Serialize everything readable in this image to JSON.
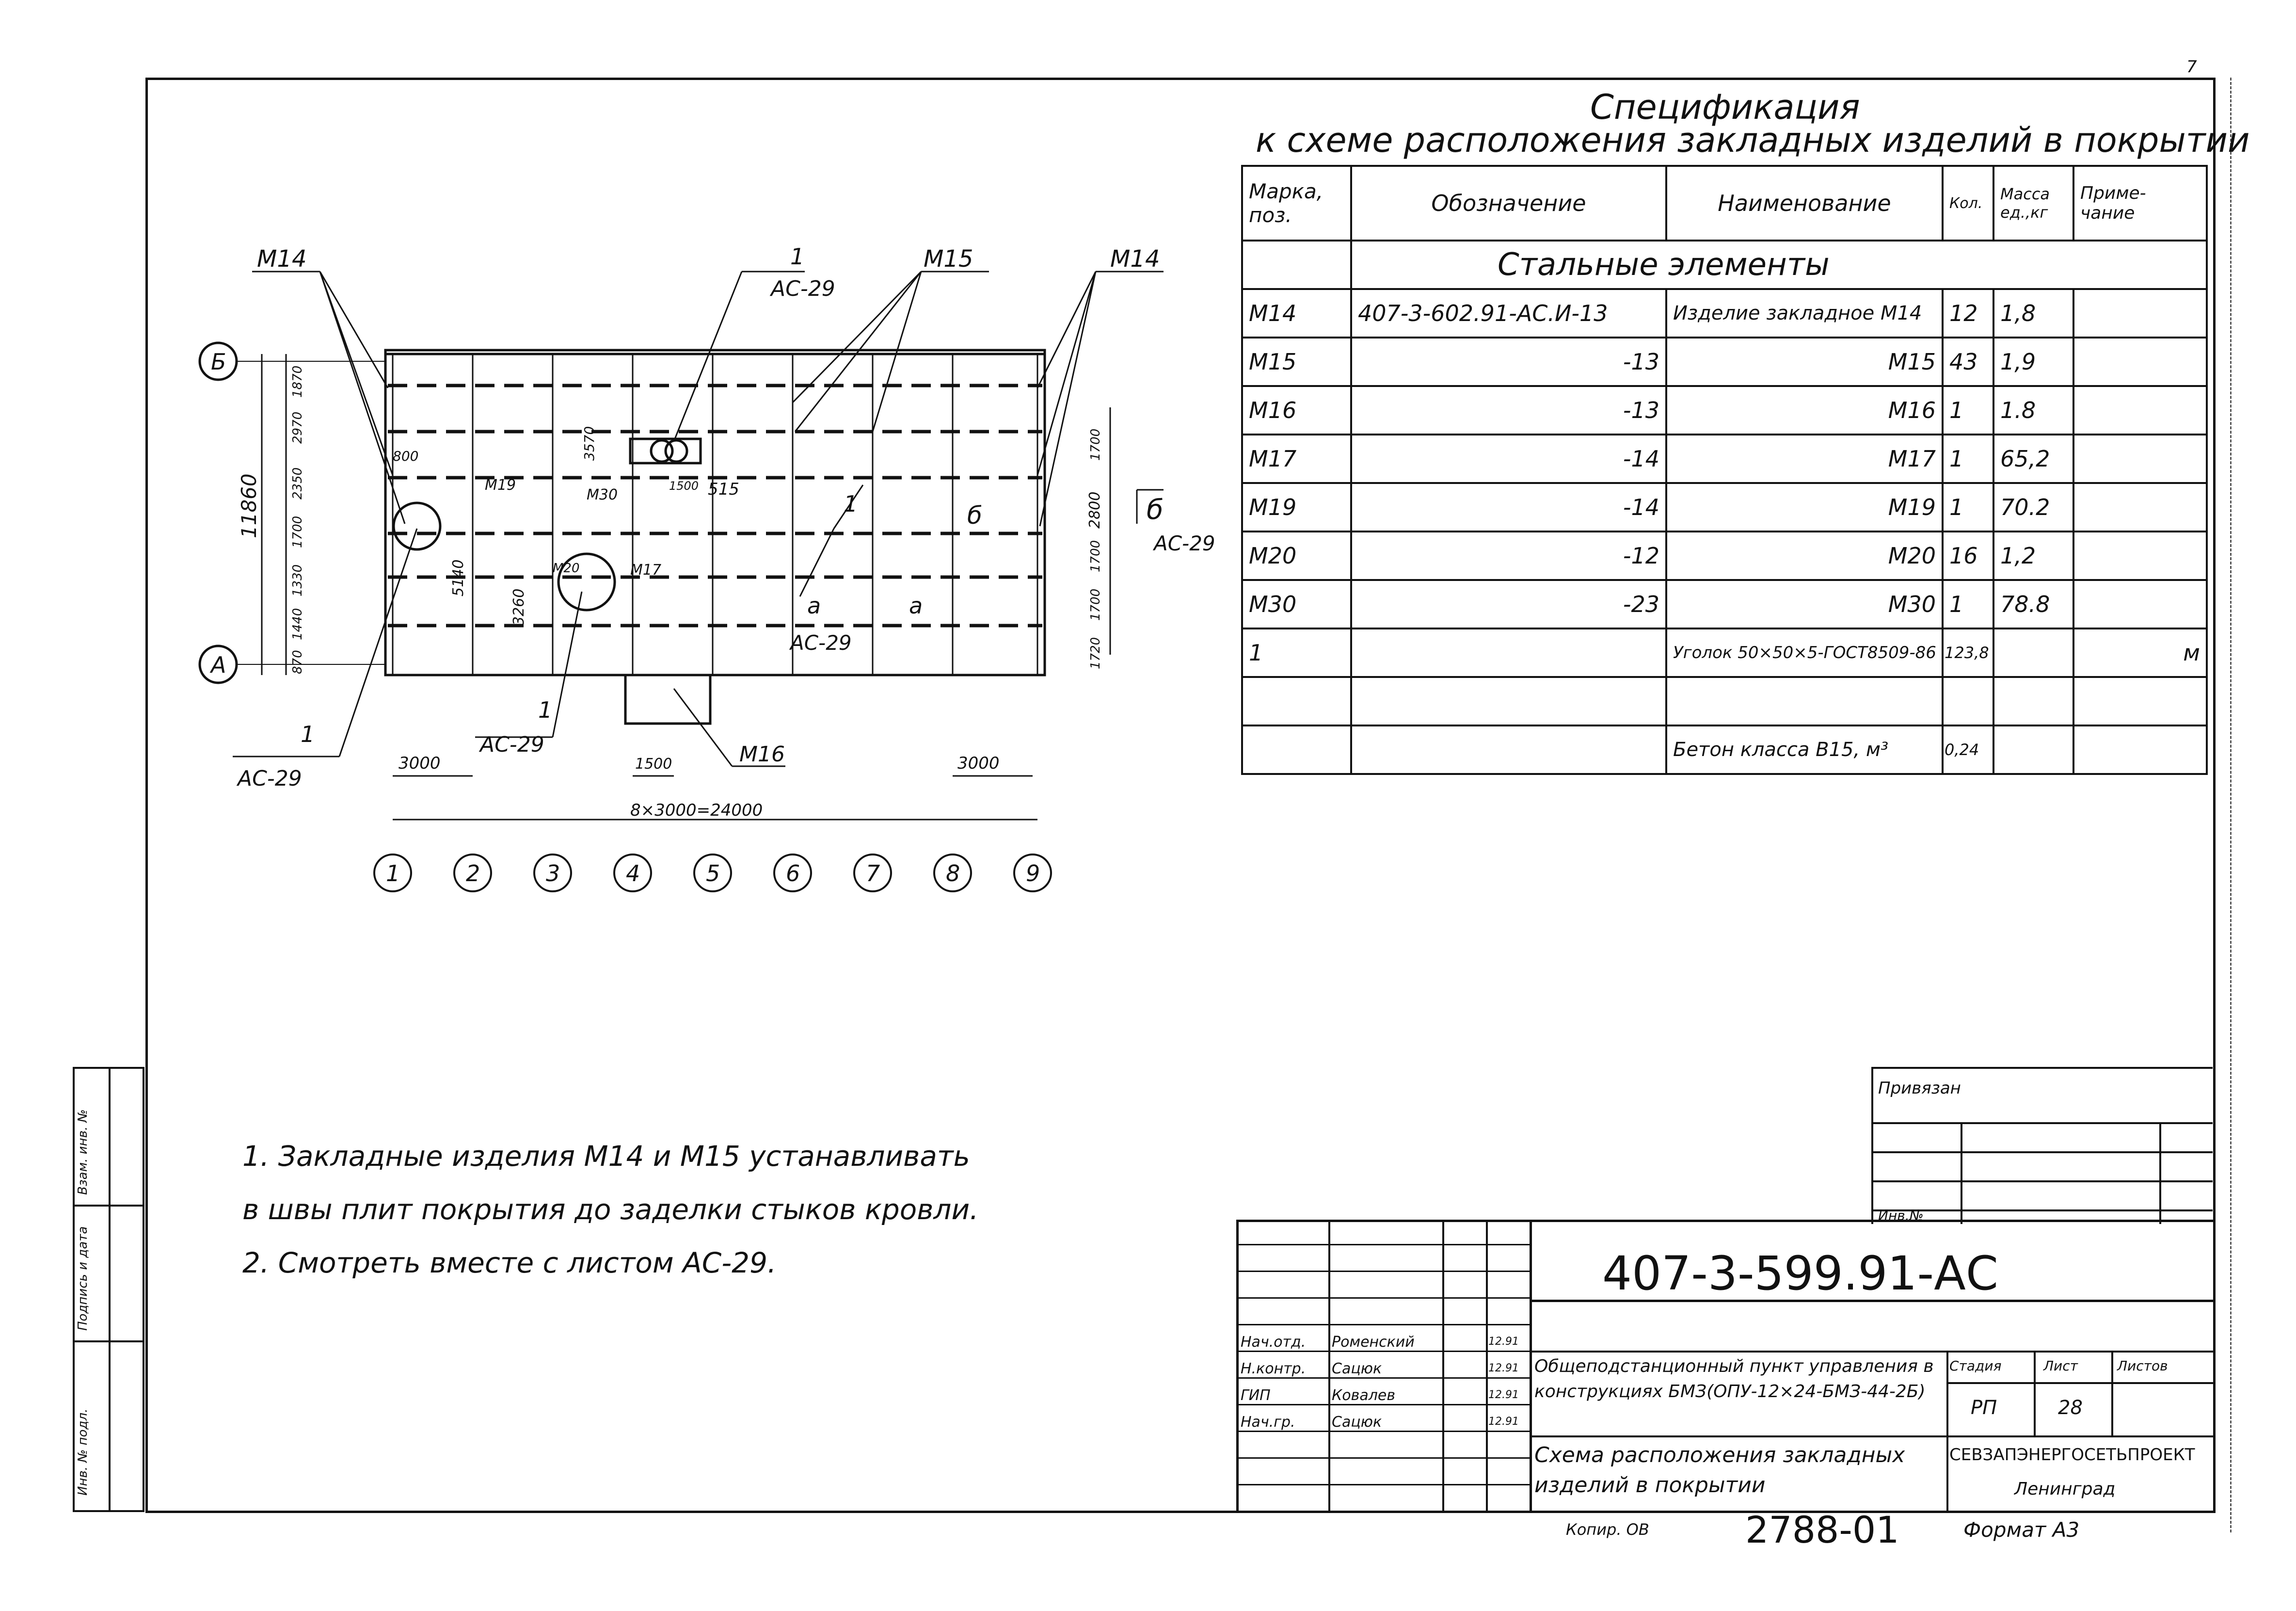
{
  "corner_mark": "7",
  "spec": {
    "title_line1": "Спецификация",
    "title_line2": "к схеме расположения закладных изделий в покрытии",
    "headers": {
      "mark": "Марка, поз.",
      "designation": "Обозначение",
      "name": "Наименование",
      "qty": "Кол.",
      "mass": "Масса ед.,кг",
      "note": "Приме- чание"
    },
    "section": "Стальные элементы",
    "rows": [
      {
        "mark": "М14",
        "designation": "407-3-602.91-АС.И-13",
        "name": "Изделие закладное М14",
        "qty": "12",
        "mass": "1,8",
        "note": ""
      },
      {
        "mark": "М15",
        "designation": "-13",
        "name": "М15",
        "qty": "43",
        "mass": "1,9",
        "note": ""
      },
      {
        "mark": "М16",
        "designation": "-13",
        "name": "М16",
        "qty": "1",
        "mass": "1.8",
        "note": ""
      },
      {
        "mark": "М17",
        "designation": "-14",
        "name": "М17",
        "qty": "1",
        "mass": "65,2",
        "note": ""
      },
      {
        "mark": "М19",
        "designation": "-14",
        "name": "М19",
        "qty": "1",
        "mass": "70.2",
        "note": ""
      },
      {
        "mark": "М20",
        "designation": "-12",
        "name": "М20",
        "qty": "16",
        "mass": "1,2",
        "note": ""
      },
      {
        "mark": "М30",
        "designation": "-23",
        "name": "М30",
        "qty": "1",
        "mass": "78.8",
        "note": ""
      },
      {
        "mark": "1",
        "designation": "",
        "name": "Уголок 50×50×5-ГОСТ8509-86",
        "qty": "123,8",
        "mass": "",
        "note": "м"
      },
      {
        "mark": "",
        "designation": "",
        "name": "",
        "qty": "",
        "mass": "",
        "note": ""
      },
      {
        "mark": "",
        "designation": "",
        "name": "Бетон класса В15, м³",
        "qty": "0,24",
        "mass": "",
        "note": ""
      }
    ]
  },
  "plan": {
    "axes_letters": [
      "Б",
      "А"
    ],
    "axes_numbers": [
      "1",
      "2",
      "3",
      "4",
      "5",
      "6",
      "7",
      "8",
      "9"
    ],
    "labels": {
      "m14_left": "М14",
      "m14_right": "М14",
      "m15": "М15",
      "m16": "М16",
      "m17": "М17",
      "m19": "М19",
      "m20": "М20",
      "m30": "М30",
      "ref_top_num": "1",
      "ref_top": "АС-29",
      "ref_left_num": "1",
      "ref_left": "АС-29",
      "ref_mid_num": "1",
      "ref_mid": "АС-29",
      "ref_right_num": "1",
      "ref_right": "АС-29",
      "section_mark": "б",
      "section_sheet": "АС-29",
      "cut_a1": "а",
      "cut_a2": "а",
      "cut_b": "б"
    },
    "dims": {
      "overall_height": "11860",
      "span_left": "3000",
      "span_right": "3000",
      "span_total": "8×3000=24000",
      "d1500": "1500",
      "l1870": "1870",
      "l2970": "2970",
      "l2350": "2350",
      "l1700": "1700",
      "l1330": "1330",
      "l1440": "1440",
      "l870": "870",
      "v3570": "3570",
      "v5140": "5140",
      "v3260": "3260",
      "h800": "800",
      "h1500": "1500",
      "h515": "515",
      "r1700a": "1700",
      "r2800": "2800",
      "r1700b": "1700",
      "r1700c": "1700",
      "r1720": "1720"
    }
  },
  "notes": [
    "1. Закладные изделия М14 и М15 устанавливать",
    "в швы плит покрытия до заделки стыков кровли.",
    "2. Смотреть вместе с листом АС-29."
  ],
  "side_stamp": [
    "Инв. № подл.",
    "Подпись и дата",
    "Взам. инв. №"
  ],
  "title_block": {
    "privyazan": "Привязан",
    "inv": "Инв.№",
    "code": "407-3-599.91-АС",
    "people": [
      {
        "role": "Нач.отд.",
        "name": "Роменский",
        "date": "12.91"
      },
      {
        "role": "Н.контр.",
        "name": "Сацюк",
        "date": "12.91"
      },
      {
        "role": "ГИП",
        "name": "Ковалев",
        "date": "12.91"
      },
      {
        "role": "Нач.гр.",
        "name": "Сацюк",
        "date": "12.91"
      }
    ],
    "project": "Общеподстанционный пункт управления в конструкциях БМЗ(ОПУ-12×24-БМЗ-44-2Б)",
    "stage_h": "Стадия",
    "sheet_h": "Лист",
    "sheets_h": "Листов",
    "stage": "РП",
    "sheet": "28",
    "sheets": "",
    "drawing_title": "Схема расположения закладных изделий в покрытии",
    "org": "СЕВЗАПЭНЕРГОСЕТЬПРОЕКТ",
    "city": "Ленинград"
  },
  "footer": {
    "copied": "Копир. ОВ",
    "number": "2788-01",
    "format": "Формат А3"
  }
}
